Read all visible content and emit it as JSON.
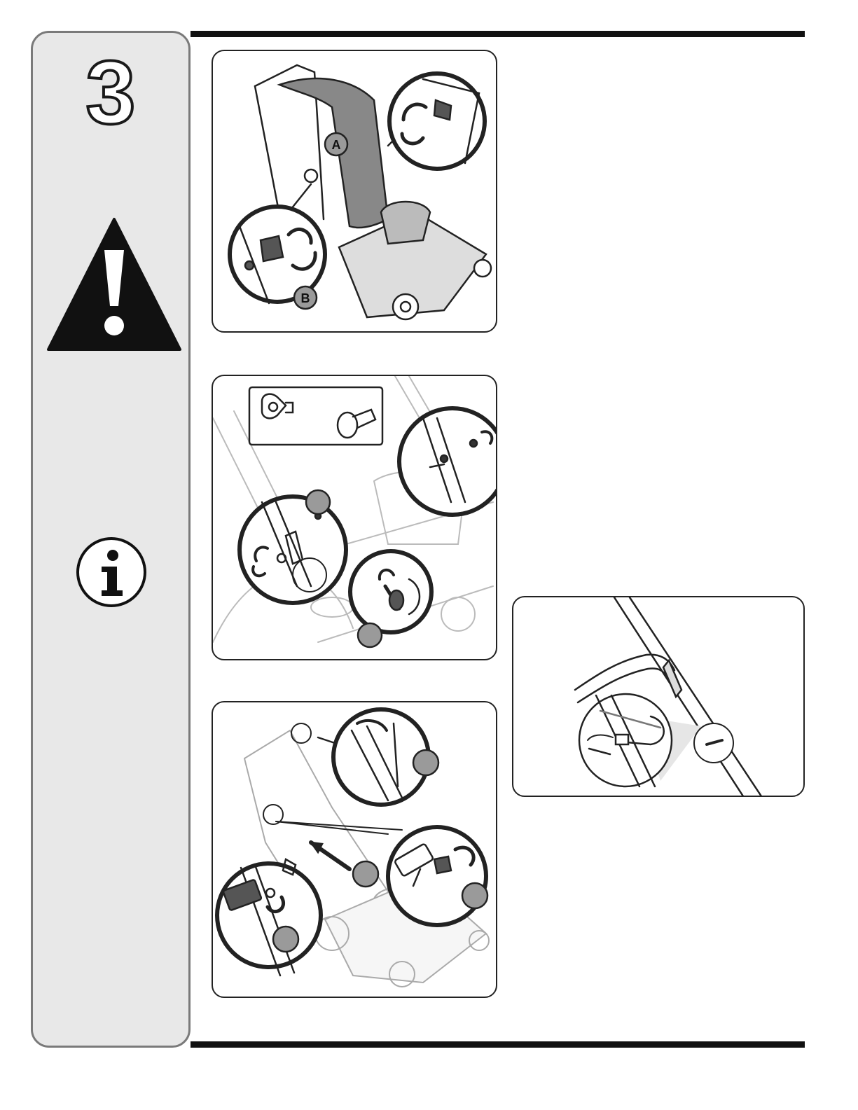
{
  "step": {
    "number": "3"
  },
  "sidebar": {
    "warning_icon": "warning-triangle-icon",
    "info_icon": "info-circle-icon"
  },
  "figures": {
    "fig1": {
      "callouts": [
        "A",
        "B"
      ]
    }
  },
  "colors": {
    "sidebar_bg": "#e8e8e8",
    "sidebar_border": "#7a7a7a",
    "rule": "#111111",
    "callout_fill": "#9a9a9a"
  }
}
